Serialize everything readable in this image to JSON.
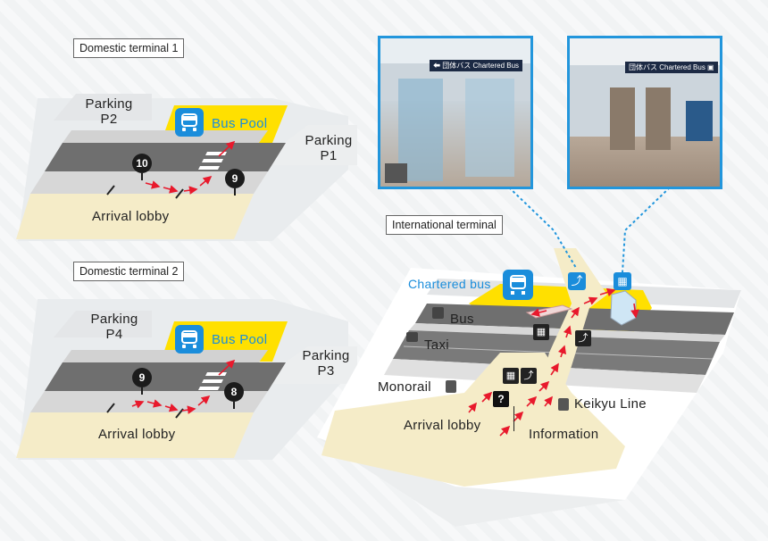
{
  "domestic1": {
    "caption": "Domestic terminal 1",
    "parking_left_line1": "Parking",
    "parking_left_line2": "P2",
    "parking_right_line1": "Parking",
    "parking_right_line2": "P1",
    "bus_pool": "Bus Pool",
    "stop_left": "10",
    "stop_right": "9",
    "arrival": "Arrival lobby"
  },
  "domestic2": {
    "caption": "Domestic terminal 2",
    "parking_left_line1": "Parking",
    "parking_left_line2": "P4",
    "parking_right_line1": "Parking",
    "parking_right_line2": "P3",
    "bus_pool": "Bus Pool",
    "stop_left": "9",
    "stop_right": "8",
    "arrival": "Arrival lobby"
  },
  "international": {
    "caption": "International terminal",
    "chartered_bus": "Chartered bus",
    "bus": "Bus",
    "taxi": "Taxi",
    "monorail": "Monorail",
    "keikyu": "Keikyu Line",
    "arrival": "Arrival lobby",
    "information": "Information",
    "info_symbol": "?"
  },
  "photos": {
    "left_sign_jp": "団体バス",
    "left_sign_en": "Chartered Bus",
    "right_sign_jp": "団体バス",
    "right_sign_en": "Chartered Bus"
  },
  "colors": {
    "bus_blue": "#1a8ddb",
    "bus_pool_yellow": "#ffe000",
    "arrow_red": "#e8192c",
    "lobby_beige": "#f5ecc8",
    "road": "#6f6f6f",
    "sidewalk": "#d6d6d6",
    "photo_border": "#2296dc"
  },
  "icons": [
    "bus-icon",
    "taxi-icon",
    "monorail-icon",
    "train-icon",
    "escalator-icon",
    "elevator-icon",
    "information-icon",
    "bus-stop-icon"
  ]
}
